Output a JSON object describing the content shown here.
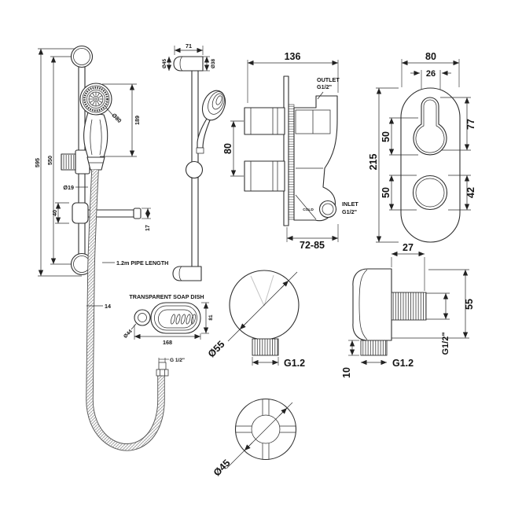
{
  "slide_rail_front": {
    "overall_length": "595",
    "rail_length": "550",
    "head_diameter": "Ø80",
    "handset_length": "189",
    "rail_diameter": "Ø19",
    "slider_height": "40",
    "arm_thickness": "17",
    "hose_diameter": "14",
    "hose_length_note": "1.2m PIPE LENGTH",
    "hose_thread": "G 1/2\""
  },
  "slide_rail_side": {
    "bracket_width": "71",
    "bracket_diameter": "Ø45",
    "rail_offset": "Ø38"
  },
  "soap_dish": {
    "title": "TRANSPARENT SOAP DISH",
    "ring_diameter": "Ø44",
    "height": "81",
    "length": "168"
  },
  "valve_side": {
    "width": "136",
    "outlet_label": "OUTLET",
    "outlet_thread": "G1/2\"",
    "port_spacing": "80",
    "cold_label": "COLD",
    "inlet_label": "INLET",
    "inlet_thread": "G1/2\"",
    "depth_range": "72-85"
  },
  "valve_front": {
    "plate_width": "80",
    "slot_width": "26",
    "plate_height": "215",
    "upper_offset": "50",
    "lower_offset": "50",
    "top_offset": "77",
    "bottom_offset": "42"
  },
  "outlet_front": {
    "diameter": "Ø55",
    "thread": "G1.2"
  },
  "outlet_side": {
    "depth": "27",
    "height": "55",
    "thread_label": "G1/2\"",
    "tail_length": "10",
    "thread": "G1.2"
  },
  "flange": {
    "diameter": "Ø45"
  }
}
